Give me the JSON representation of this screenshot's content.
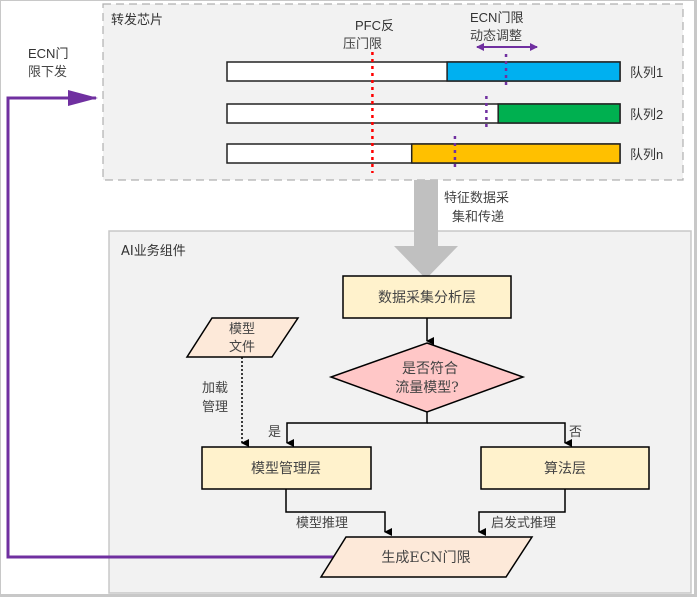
{
  "forwarding_chip": {
    "title": "转发芯片",
    "pfc_label": [
      "PFC反",
      "压门限"
    ],
    "ecn_adjust_label": [
      "ECN门限",
      "动态调整"
    ],
    "queues": [
      {
        "label": "队列1",
        "fill_color": "#00b0f0",
        "occupied_start_fraction": 0.56,
        "ecn_marker_fraction": 0.71
      },
      {
        "label": "队列2",
        "fill_color": "#00b050",
        "occupied_start_fraction": 0.69,
        "ecn_marker_fraction": 0.66
      },
      {
        "label": "队列n",
        "fill_color": "#ffc000",
        "occupied_start_fraction": 0.47,
        "ecn_marker_fraction": 0.58
      }
    ],
    "pfc_threshold_fraction": 0.37
  },
  "feedback": {
    "label": [
      "ECN门",
      "限下发"
    ],
    "color": "#7030a0"
  },
  "transfer_arrow": {
    "label": [
      "特征数据采",
      "集和传递"
    ]
  },
  "ai_component": {
    "title": "AI业务组件",
    "data_layer": "数据采集分析层",
    "decision": [
      "是否符合",
      "流量模型?"
    ],
    "yes_label": "是",
    "no_label": "否",
    "model_file": [
      "模型",
      "文件"
    ],
    "load_label": [
      "加载",
      "管理"
    ],
    "model_mgmt_layer": "模型管理层",
    "algorithm_layer": "算法层",
    "model_inference_label": "模型推理",
    "heuristic_inference_label": "启发式推理",
    "output": "生成ECN门限"
  },
  "colors": {
    "layer_box": "#fff2cc",
    "decision_fill": "#ffc7c7",
    "parallelogram_fill": "#fde9d9",
    "pfc_line": "#ff0000",
    "ecn_marker": "#7030a0",
    "panel_bg": "#f2f2f2"
  }
}
